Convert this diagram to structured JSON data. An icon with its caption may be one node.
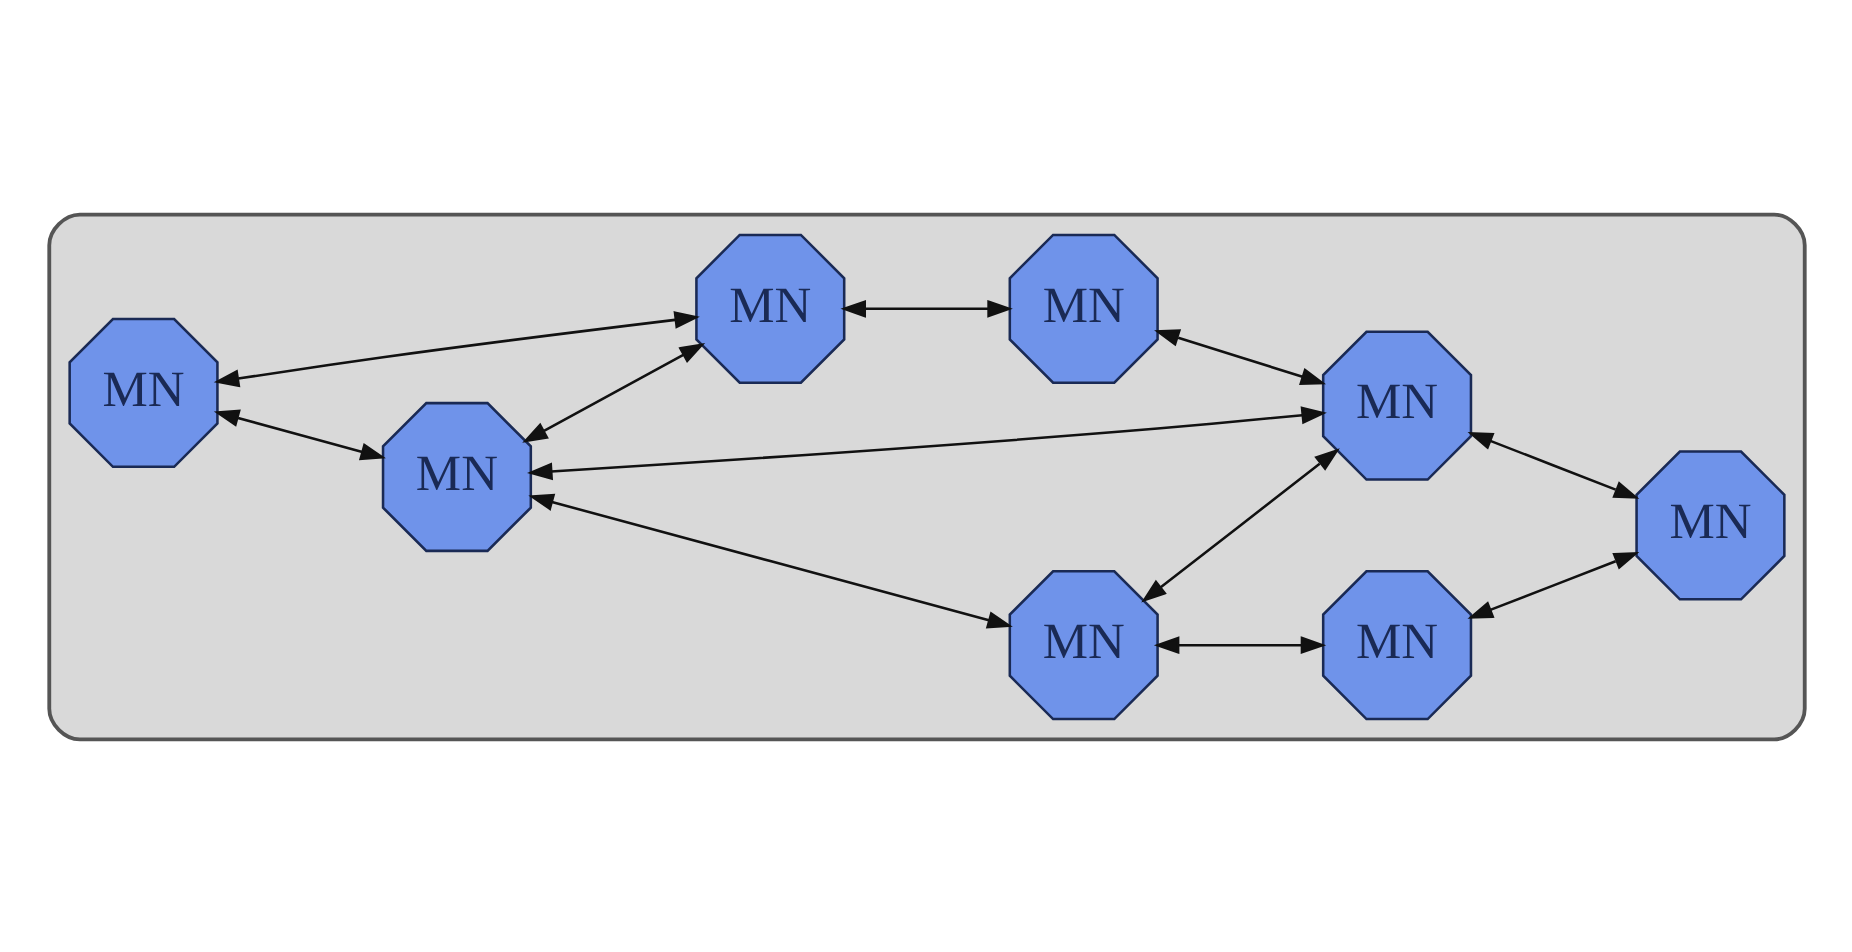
{
  "diagram": {
    "nodes": [
      {
        "text": [],
        "shape": "cloud"
      },
      {
        "text": [
          "MN"
        ],
        "in": 0
      },
      {
        "text": [
          "MN"
        ],
        "in": 0
      },
      {
        "text": [
          "MN"
        ],
        "in": 0
      },
      {
        "text": [
          "MN"
        ],
        "in": 0
      },
      {
        "text": [
          "MN"
        ],
        "in": 0
      },
      {
        "text": [
          "MN"
        ],
        "in": 0
      },
      {
        "text": [
          "MN"
        ],
        "in": 0
      },
      {
        "text": [
          "MN"
        ],
        "in": 0
      }
    ],
    "edges": [
      {
        "from": 1,
        "to": 3,
        "arrow": "both"
      },
      {
        "from": 1,
        "to": 5,
        "arrow": "both"
      },
      {
        "from": 3,
        "to": 5,
        "arrow": "both"
      },
      {
        "from": 3,
        "to": 6,
        "arrow": "both"
      },
      {
        "from": 3,
        "to": 2,
        "arrow": "both"
      },
      {
        "from": 2,
        "to": 6,
        "arrow": "both"
      },
      {
        "from": 2,
        "to": 4,
        "arrow": "both"
      },
      {
        "from": 4,
        "to": 7,
        "arrow": "both"
      },
      {
        "from": 6,
        "to": 7,
        "arrow": "both"
      },
      {
        "from": 5,
        "to": 8,
        "arrow": "both"
      },
      {
        "from": 8,
        "to": 6,
        "arrow": "both"
      }
    ]
  }
}
